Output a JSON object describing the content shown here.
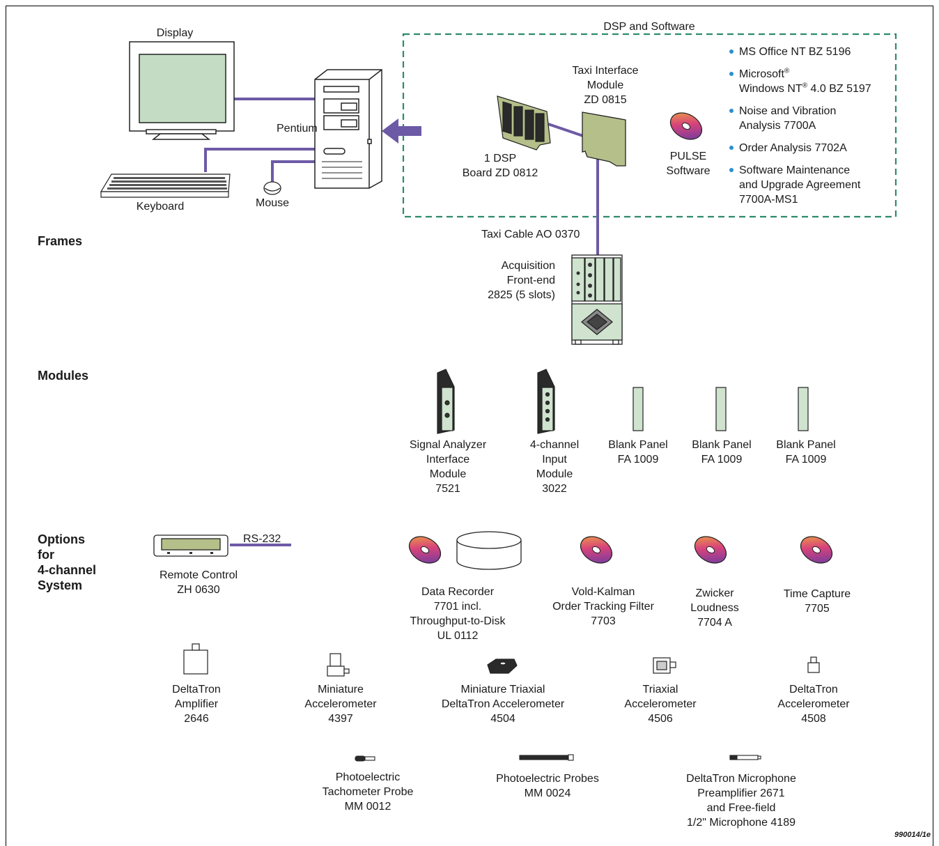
{
  "sections": {
    "frames": "Frames",
    "modules": "Modules",
    "options": [
      "Options",
      "for",
      "4-channel",
      "System"
    ]
  },
  "computer": {
    "display": "Display",
    "pentium": "Pentium",
    "keyboard": "Keyboard",
    "mouse": "Mouse"
  },
  "dsp_box": {
    "title": "DSP and Software",
    "dsp_board": [
      "1 DSP",
      "Board ZD 0812"
    ],
    "taxi_module": [
      "Taxi Interface",
      "Module",
      "ZD 0815"
    ],
    "pulse": [
      "PULSE",
      "Software"
    ],
    "bullets": {
      "b1": "MS Office NT BZ 5196",
      "b2_1": "Microsoft",
      "b2_sup": "®",
      "b2_2a": "Windows NT",
      "b2_2sup": "®",
      "b2_2b": " 4.0 BZ 5197",
      "b3": [
        "Noise and Vibration",
        "Analysis 7700A"
      ],
      "b4": "Order Analysis 7702A",
      "b5": [
        "Software Maintenance",
        "and Upgrade Agreement",
        "7700A-MS1"
      ]
    }
  },
  "taxi_cable": "Taxi Cable AO 0370",
  "frontend": [
    "Acquisition",
    "Front-end",
    "2825 (5 slots)"
  ],
  "modules": [
    [
      "Signal Analyzer",
      "Interface",
      "Module",
      "7521"
    ],
    [
      "4-channel",
      "Input",
      "Module",
      "3022"
    ],
    [
      "Blank Panel",
      "FA 1009"
    ],
    [
      "Blank Panel",
      "FA 1009"
    ],
    [
      "Blank Panel",
      "FA 1009"
    ]
  ],
  "options": {
    "rs232": "RS-232",
    "remote": [
      "Remote Control",
      "ZH 0630"
    ],
    "data_recorder": [
      "Data Recorder",
      "7701 incl.",
      "Throughput-to-Disk",
      "UL 0112"
    ],
    "vold_kalman": [
      "Vold-Kalman",
      "Order Tracking Filter",
      "7703"
    ],
    "zwicker": [
      "Zwicker",
      "Loudness",
      "7704 A"
    ],
    "time_capture": [
      "Time Capture",
      "7705"
    ]
  },
  "transducers": {
    "amplifier": [
      "DeltaTron",
      "Amplifier",
      "2646"
    ],
    "mini_acc": [
      "Miniature",
      "Accelerometer",
      "4397"
    ],
    "mini_triax": [
      "Miniature Triaxial",
      "DeltaTron Accelerometer",
      "4504"
    ],
    "triax": [
      "Triaxial",
      "Accelerometer",
      "4506"
    ],
    "deltatron_acc": [
      "DeltaTron",
      "Accelerometer",
      "4508"
    ],
    "tacho": [
      "Photoelectric",
      "Tachometer Probe",
      "MM 0012"
    ],
    "probes": [
      "Photoelectric Probes",
      "MM 0024"
    ],
    "microphone": [
      "DeltaTron Microphone",
      "Preamplifier 2671",
      "and Free-field",
      "1/2\" Microphone 4189"
    ]
  },
  "figure_id": "990014/1e",
  "colors": {
    "cable": "#6d5aa6",
    "dashed_box": "#2e8a6a",
    "screen": "#c4dcc4",
    "board": "#b5bf8a",
    "bullet": "#2b8fd0"
  }
}
